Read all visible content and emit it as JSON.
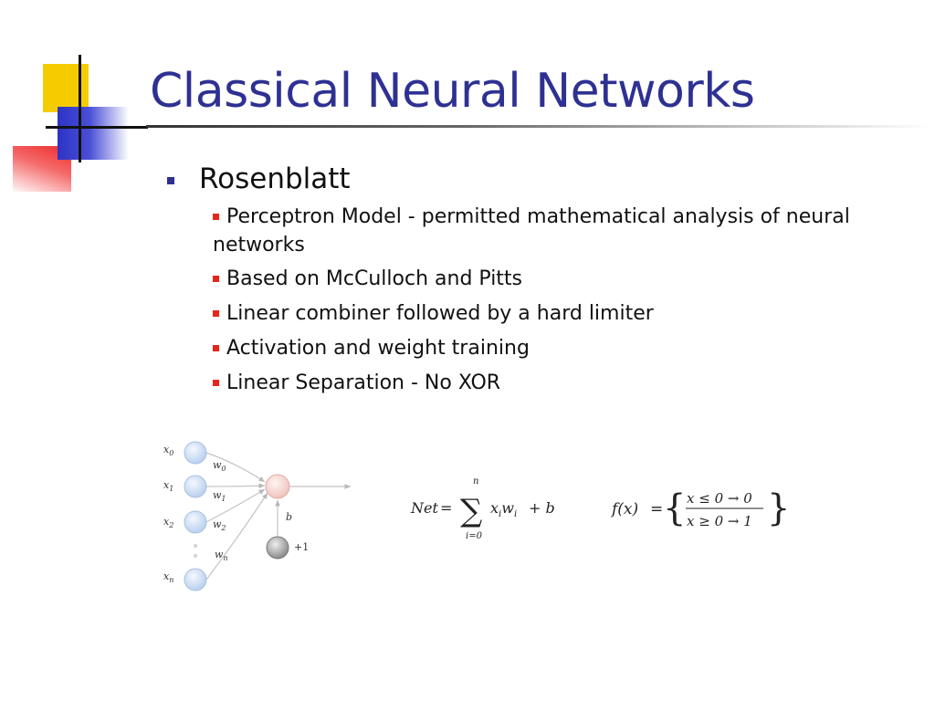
{
  "slide": {
    "title": "Classical Neural Networks",
    "bullet": "Rosenblatt",
    "subbullets": [
      "Perceptron Model - permitted mathematical analysis of neural networks",
      "Based on McCulloch and Pitts",
      "Linear combiner followed by a hard limiter",
      "Activation and weight training",
      "Linear Separation - No XOR"
    ]
  },
  "diagram": {
    "inputs": [
      "x",
      "x",
      "x",
      "x"
    ],
    "input_subscripts": [
      "0",
      "1",
      "2",
      "n"
    ],
    "weights": [
      "w",
      "w",
      "w",
      "w"
    ],
    "weight_subscripts": [
      "0",
      "1",
      "2",
      "n"
    ],
    "bias_label": "b",
    "bias_input": "+1"
  },
  "equations": {
    "net_lhs": "Net",
    "net_sum_top": "n",
    "net_sum_bottom": "i=0",
    "net_term": "x",
    "net_term_sub": "i",
    "net_weight": "w",
    "net_weight_sub": "i",
    "net_bias": "+ b",
    "f_lhs": "f(x)",
    "f_case1": "x ≤ 0 → 0",
    "f_case2": "x ≥ 0 → 1"
  },
  "colors": {
    "title": "#2e3192",
    "bullet_level1": "#2e3192",
    "bullet_level2": "#e8251c"
  }
}
